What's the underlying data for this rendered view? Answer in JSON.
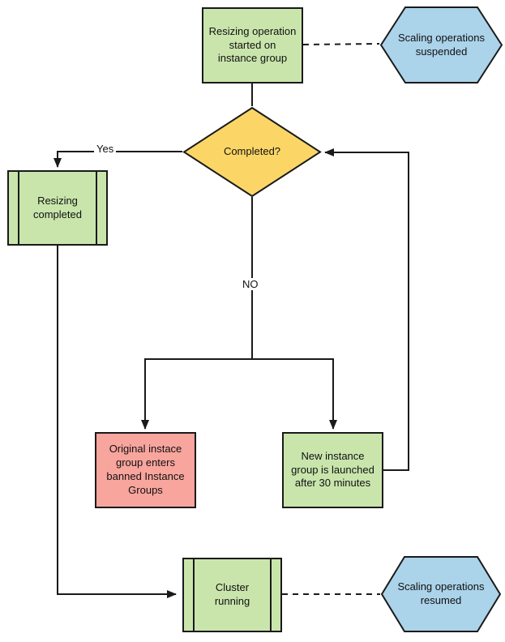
{
  "diagram": {
    "nodes": {
      "start": {
        "type": "process",
        "label": "Resizing operation\nstarted on\ninstance group"
      },
      "suspended": {
        "type": "hexagon",
        "label": "Scaling operations\nsuspended"
      },
      "decision": {
        "type": "decision",
        "label": "Completed?"
      },
      "resizing_completed": {
        "type": "predefined-process",
        "label": "Resizing\ncompleted"
      },
      "banned": {
        "type": "process-warning",
        "label": "Original instace\ngroup enters\nbanned Instance\nGroups"
      },
      "new_instance": {
        "type": "process",
        "label": "New instance\ngroup is launched\nafter 30 minutes"
      },
      "cluster": {
        "type": "predefined-process",
        "label": "Cluster\nrunning"
      },
      "resumed": {
        "type": "hexagon",
        "label": "Scaling operations\nresumed"
      }
    },
    "edge_labels": {
      "yes": "Yes",
      "no": "NO"
    }
  },
  "colors": {
    "canvas_bg": "#ffffff",
    "stroke_color": "#1a1a1a",
    "process_green": "#c9e5ac",
    "decision_yellow": "#fbd666",
    "banned_red": "#f8a59d",
    "hexagon_blue": "#abd3ea"
  }
}
